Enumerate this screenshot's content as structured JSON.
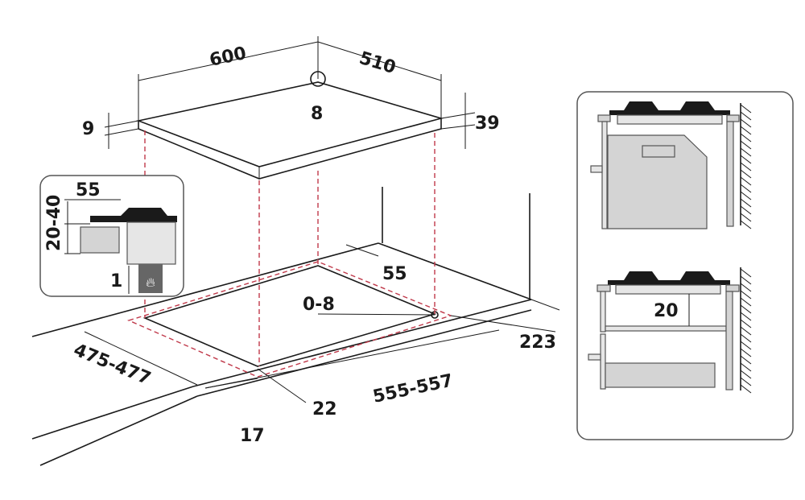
{
  "dimensions": {
    "hob_width": "600",
    "hob_depth": "510",
    "gas_inlet": "8",
    "glass_thickness": "9",
    "hob_height": "39",
    "inset_clearance": "55",
    "inset_height": "20-40",
    "inset_gap": "1",
    "back_clearance": "55",
    "inlet_offset": "0-8",
    "cutout_depth": "475-477",
    "cutout_width": "555-557",
    "cutout_to_wall": "223",
    "front_offset": "22",
    "front_edge": "17",
    "shelf_gap": "20"
  },
  "colors": {
    "line": "#1a1a1a",
    "cut_guide": "#c0394a",
    "panel": "#d4d4d4"
  },
  "icons": [
    "gas-flame-icon",
    "wall-hatch"
  ]
}
